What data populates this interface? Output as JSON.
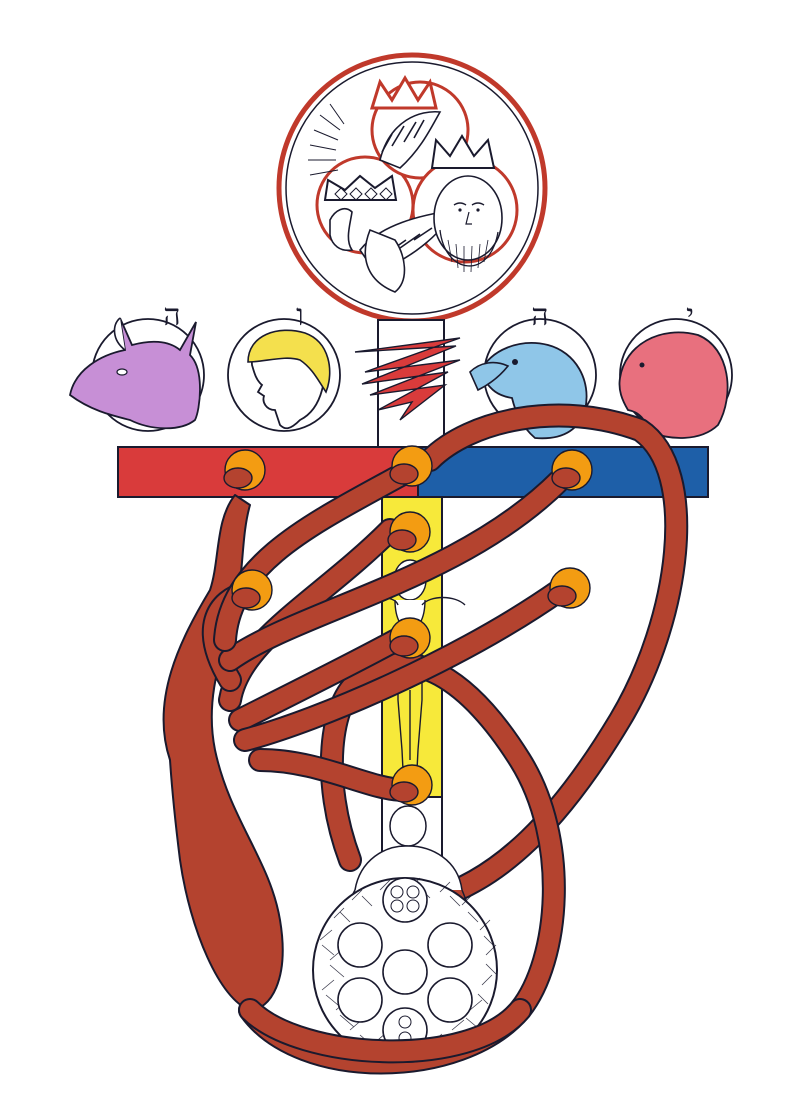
{
  "image": {
    "kind": "esoteric-illustration",
    "palette": {
      "serpent": "#b4432f",
      "halo_red": "#c0392b",
      "arm_left": "#d93b3b",
      "arm_right": "#1e5fa8",
      "pillar": "#f7e93a",
      "node_orange": "#f39c12",
      "bull": "#c78fd6",
      "man": "#f4e04d",
      "eagle": "#8fc6e8",
      "lion": "#e8707e"
    },
    "hebrew_letters": {
      "bull": "ה",
      "man": "ו",
      "eagle": "ה",
      "lion": "י"
    }
  }
}
